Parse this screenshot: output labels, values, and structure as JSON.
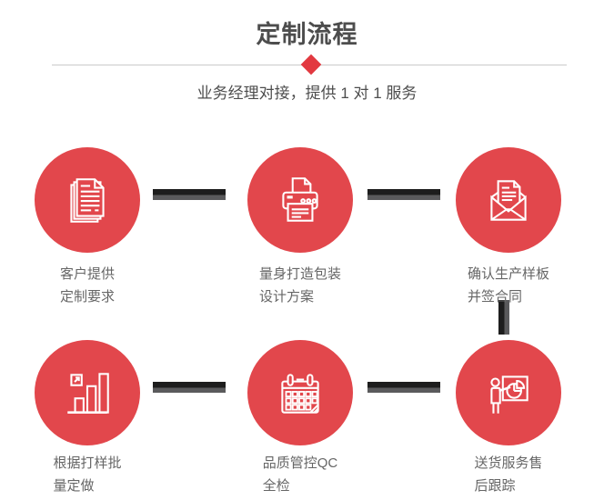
{
  "header": {
    "title": "定制流程",
    "subtitle": "业务经理对接，提供 1 对 1 服务"
  },
  "steps": [
    {
      "icon": "documents-stack-icon",
      "lines": [
        "客户提供",
        "定制要求"
      ]
    },
    {
      "icon": "printer-icon",
      "lines": [
        "量身打造包装",
        "设计方案"
      ]
    },
    {
      "icon": "envelope-letter-icon",
      "lines": [
        "确认生产样板",
        "并签合同"
      ]
    },
    {
      "icon": "growth-bar-chart-icon",
      "lines": [
        "根据打样批",
        "量定做"
      ]
    },
    {
      "icon": "calendar-icon",
      "lines": [
        "品质管控QC",
        "全检"
      ]
    },
    {
      "icon": "presentation-icon",
      "lines": [
        "送货服务售",
        "后跟踪"
      ]
    }
  ],
  "colors": {
    "circle_red": "#e2474c",
    "diamond_red": "#e23940",
    "connector_black": "#1d1d1d",
    "connector_gray": "#5a5a5c",
    "divider_gray": "#cbcbcb",
    "title_gray": "#4d4d4d",
    "label_gray": "#666666"
  }
}
